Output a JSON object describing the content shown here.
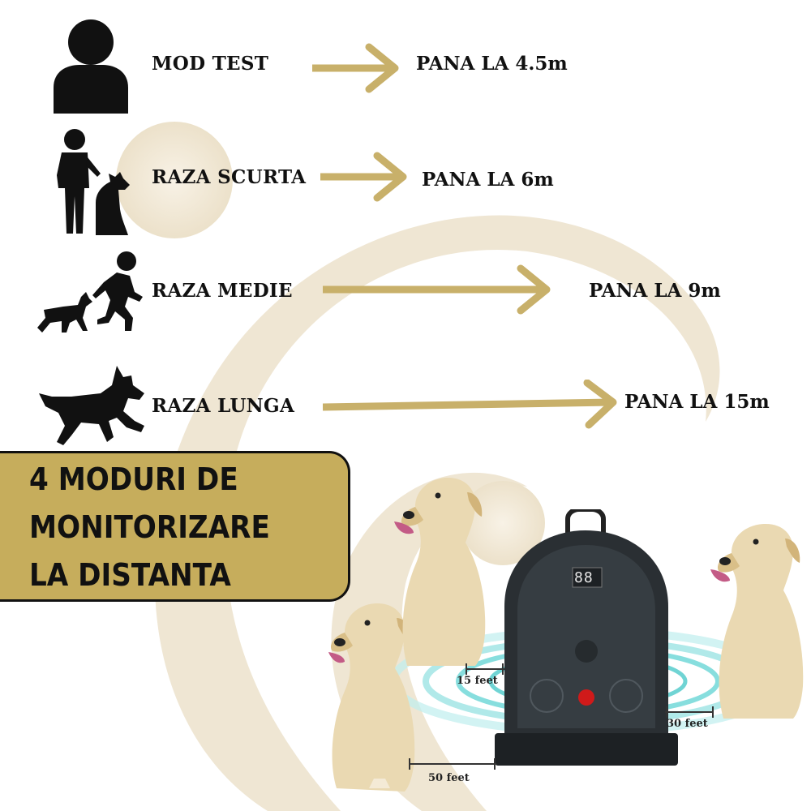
{
  "modes": [
    {
      "label": "MOD TEST",
      "range": "PANA LA 4.5m",
      "icon": "person-icon"
    },
    {
      "label": "RAZA SCURTA",
      "range": "PANA LA 6m",
      "icon": "person-with-dog-icon"
    },
    {
      "label": "RAZA MEDIE",
      "range": "PANA LA 9m",
      "icon": "running-person-dog-icon"
    },
    {
      "label": "RAZA LUNGA",
      "range": "PANA LA 15m",
      "icon": "running-dog-icon"
    }
  ],
  "banner": {
    "line1": "4 MODURI DE",
    "line2": "MONITORIZARE",
    "line3": "LA DISTANTA"
  },
  "device": {
    "display": "88"
  },
  "distances": {
    "short": "15 feet",
    "medium": "30 feet",
    "long": "50 feet"
  },
  "colors": {
    "arrow": "#c8b06a",
    "banner": "#c6ad5c",
    "swirl": "#efe6d3",
    "rings": "#5fd3d3"
  }
}
